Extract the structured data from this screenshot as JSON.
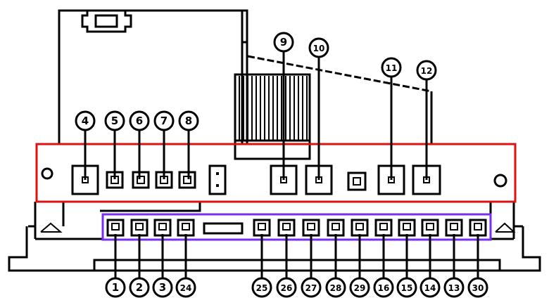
{
  "colors": {
    "line": "#000000",
    "background": "#ffffff",
    "top_highlight": "#dd1111",
    "bottom_highlight": "#7a2cf0"
  },
  "callouts_top": [
    "4",
    "5",
    "6",
    "7",
    "8",
    "9",
    "10",
    "11",
    "12"
  ],
  "callouts_bottom": [
    "1",
    "2",
    "3",
    "24",
    "25",
    "26",
    "27",
    "28",
    "29",
    "16",
    "15",
    "14",
    "13",
    "30"
  ]
}
